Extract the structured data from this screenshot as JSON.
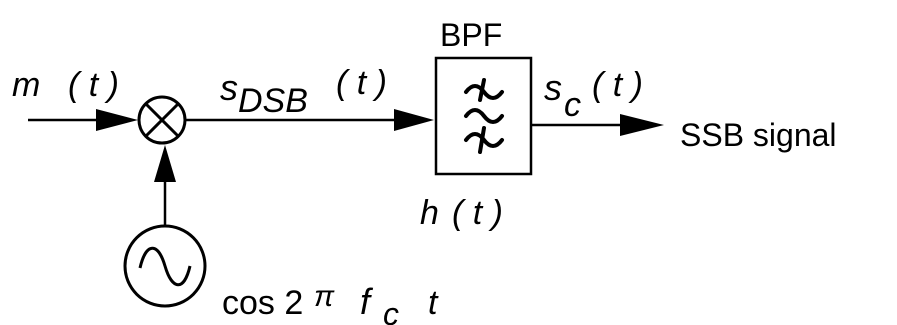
{
  "input": {
    "var": "m",
    "arg": "( t )"
  },
  "dsb": {
    "var": "s",
    "sub": "DSB",
    "arg": "( t )"
  },
  "bpf": {
    "label": "BPF",
    "impulse_var": "h",
    "impulse_arg": "( t )",
    "symbol": "bandpass-filter-icon"
  },
  "output": {
    "var": "s",
    "sub": "c",
    "arg": "( t )",
    "label": "SSB signal"
  },
  "carrier": {
    "cos": "cos 2",
    "pi": "π",
    "f": "f",
    "sub": "c",
    "t": "t",
    "symbol": "oscillator-icon"
  },
  "mixer": {
    "symbol": "multiplier-icon"
  },
  "colors": {
    "stroke": "#000000",
    "background": "#ffffff"
  }
}
